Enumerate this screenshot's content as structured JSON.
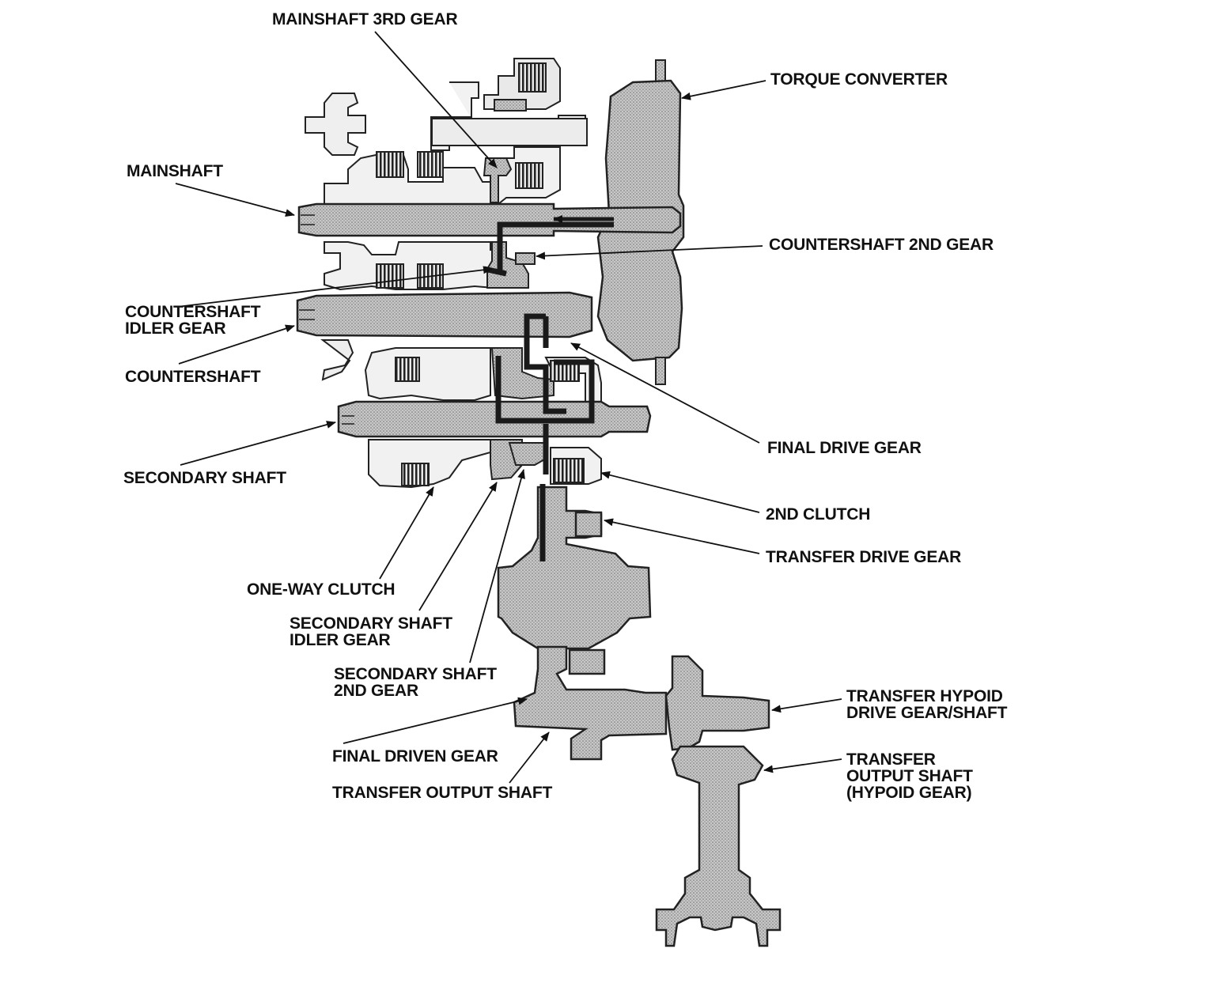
{
  "labels": {
    "mainshaft_3rd_gear": "MAINSHAFT 3RD GEAR",
    "torque_converter": "TORQUE CONVERTER",
    "mainshaft": "MAINSHAFT",
    "countershaft_2nd_gear": "COUNTERSHAFT 2ND GEAR",
    "countershaft_idler_gear_1": "COUNTERSHAFT",
    "countershaft_idler_gear_2": "IDLER GEAR",
    "countershaft": "COUNTERSHAFT",
    "final_drive_gear": "FINAL DRIVE GEAR",
    "secondary_shaft": "SECONDARY SHAFT",
    "second_clutch": "2ND CLUTCH",
    "transfer_drive_gear": "TRANSFER DRIVE GEAR",
    "one_way_clutch": "ONE-WAY CLUTCH",
    "secondary_shaft_idler_gear_1": "SECONDARY SHAFT",
    "secondary_shaft_idler_gear_2": "IDLER GEAR",
    "secondary_shaft_2nd_gear_1": "SECONDARY SHAFT",
    "secondary_shaft_2nd_gear_2": "2ND GEAR",
    "transfer_hypoid_drive_gear_1": "TRANSFER HYPOID",
    "transfer_hypoid_drive_gear_2": "DRIVE GEAR/SHAFT",
    "transfer_output_shaft_hypoid_1": "TRANSFER",
    "transfer_output_shaft_hypoid_2": "OUTPUT SHAFT",
    "transfer_output_shaft_hypoid_3": "(HYPOID GEAR)",
    "final_driven_gear": "FINAL DRIVEN GEAR",
    "transfer_output_shaft": "TRANSFER OUTPUT SHAFT"
  },
  "colors": {
    "part_fill": "#bdbdbd",
    "part_stroke": "#222222",
    "power_flow": "#1a1a1a",
    "leader": "#111111"
  }
}
